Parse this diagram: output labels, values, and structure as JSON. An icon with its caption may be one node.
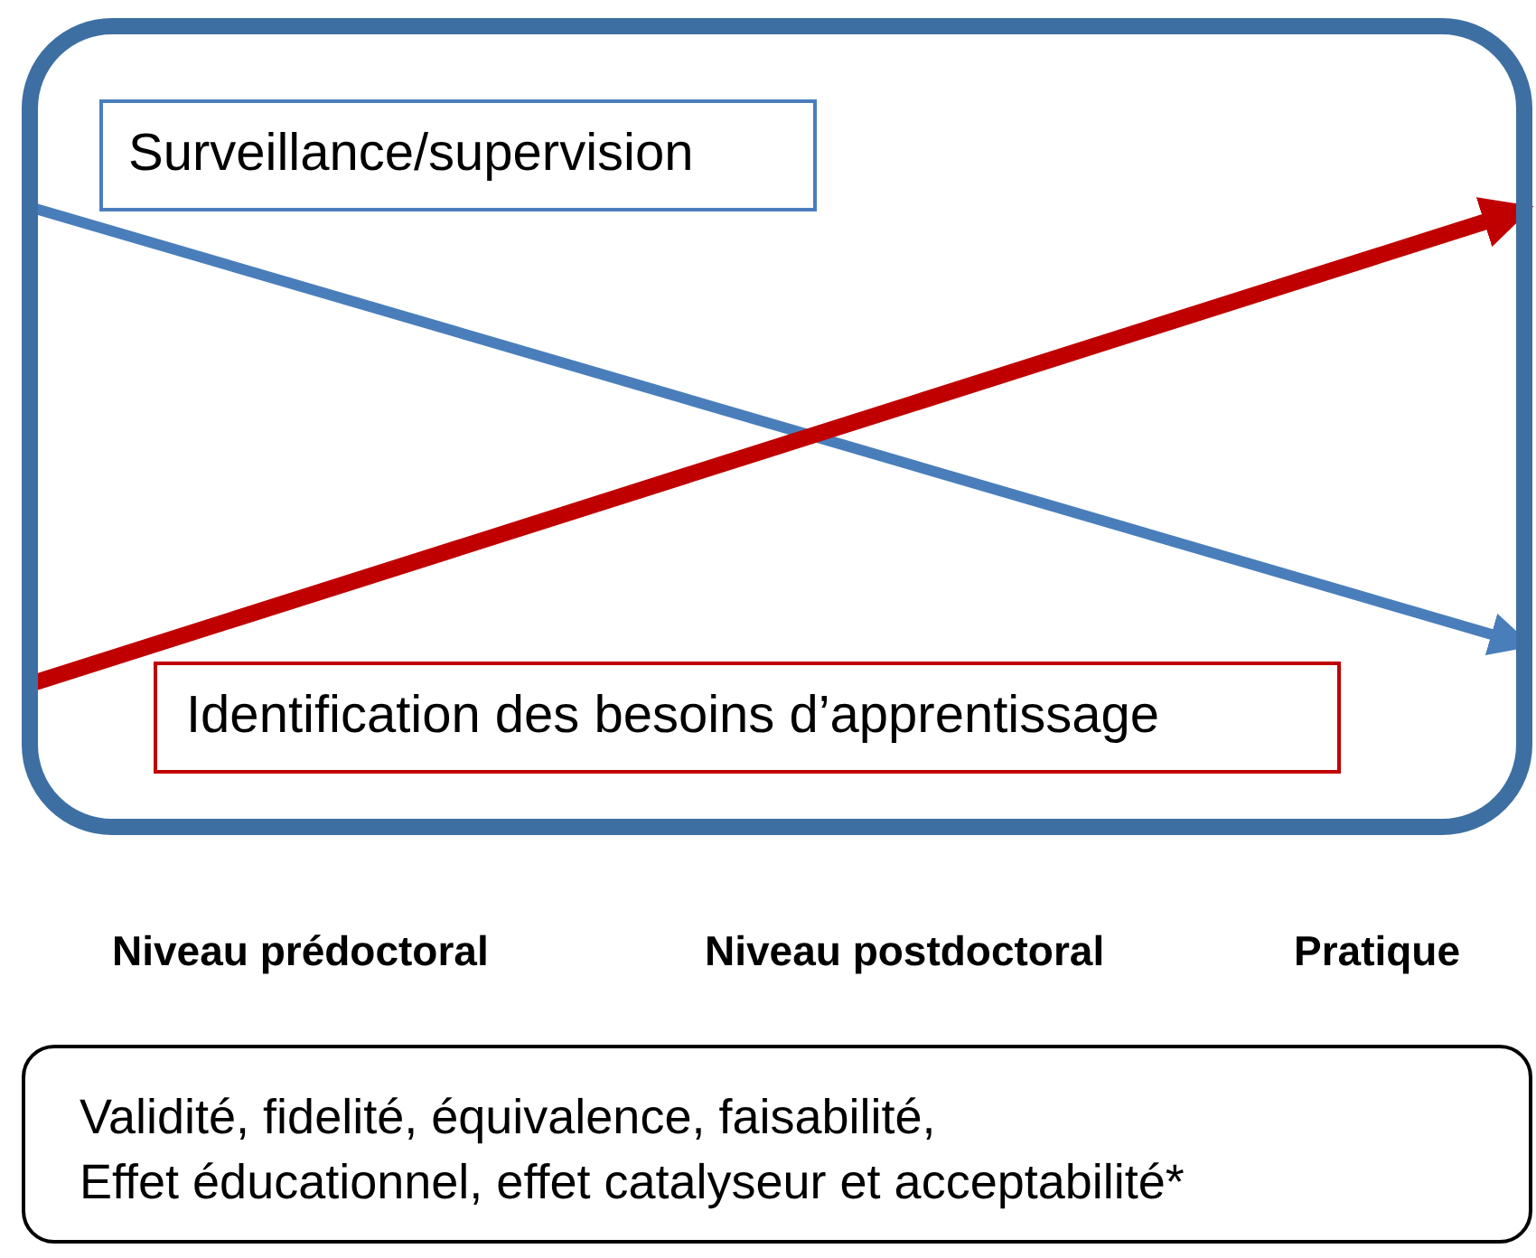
{
  "diagram": {
    "nodes": [
      {
        "text": [],
        "shape": "box"
      },
      {
        "text": [
          "Surveillance/supervision"
        ],
        "in": 0
      },
      {
        "text": [
          "Identification des besoins d’apprentissage"
        ],
        "in": 0
      },
      {
        "text": [
          "Validité, fidelité, équivalence, faisabilité,",
          "Effet éducationnel, effet catalyseur et acceptabilité*"
        ]
      }
    ],
    "labels": [
      "Niveau prédoctoral",
      "Niveau postdoctoral",
      "Pratique"
    ]
  }
}
